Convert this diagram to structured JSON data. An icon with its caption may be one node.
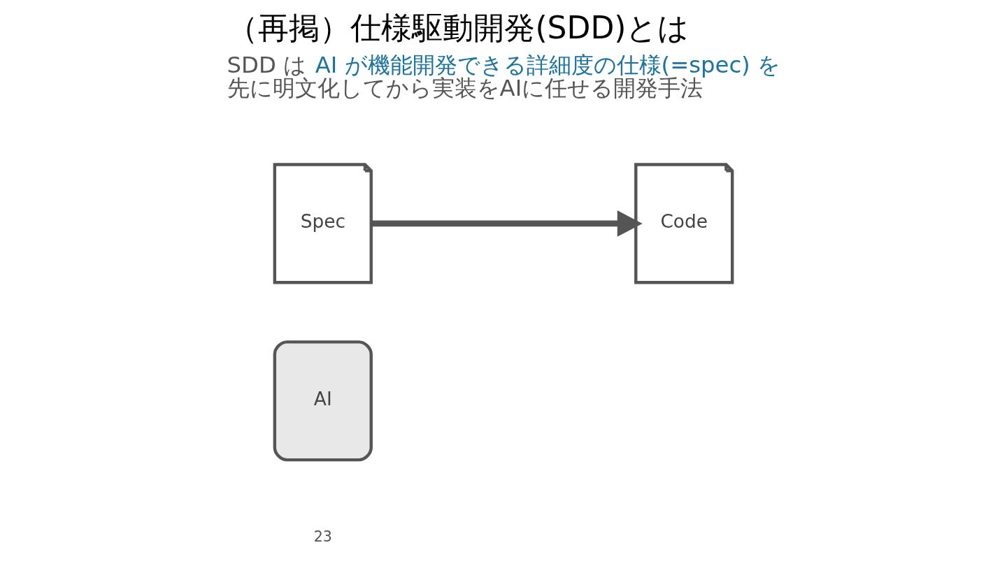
{
  "diagram": {
    "title": "（再掲）仕様駆動開発(SDD)とは",
    "nodes": [
      {
        "text": [
          "Spec"
        ]
      },
      {
        "text": [
          "Code"
        ]
      },
      {
        "text": [
          "AI"
        ]
      }
    ],
    "edges": [
      {
        "from": 0,
        "to": 1,
        "arrow": "to"
      }
    ],
    "labels": [
      "SDD は",
      "AI が機能開発できる詳細度の仕様(=spec) を",
      "先に明文化してから実装をAIに任せる開発手法",
      "23"
    ]
  }
}
